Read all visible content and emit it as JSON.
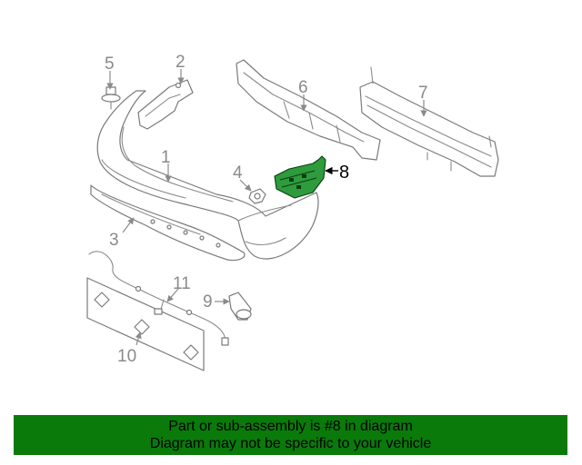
{
  "diagram": {
    "callouts": [
      "1",
      "2",
      "3",
      "4",
      "5",
      "6",
      "7",
      "8",
      "9",
      "10",
      "11"
    ],
    "highlighted_part": "8",
    "colors": {
      "highlight": "#2e9b3c",
      "line": "#8a8a8a",
      "banner": "#0a7a0a"
    }
  },
  "banner": {
    "line1": "Part or sub-assembly is #8 in diagram",
    "line2": "Diagram may not be specific to your vehicle"
  }
}
